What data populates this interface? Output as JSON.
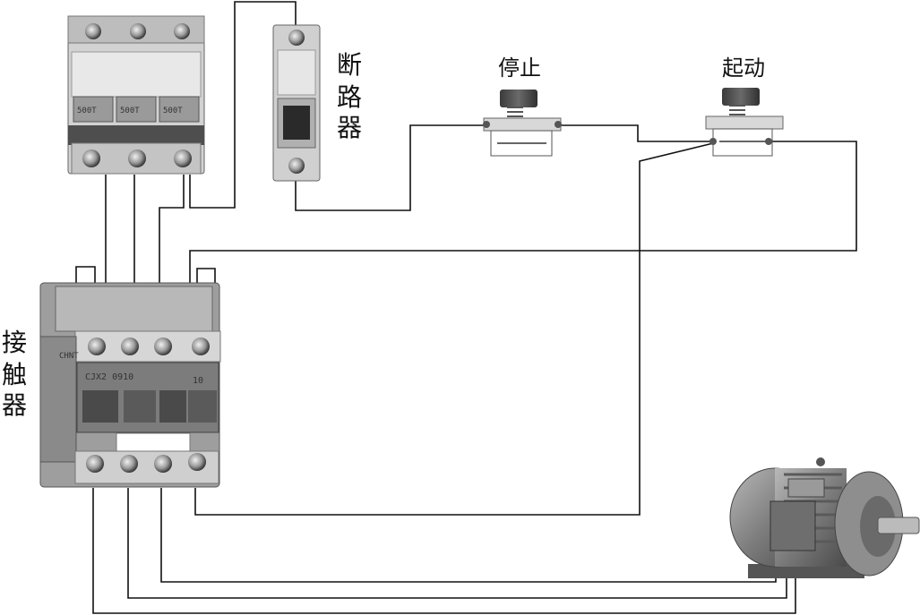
{
  "labels": {
    "breaker": [
      "断",
      "路",
      "器"
    ],
    "stop": "停止",
    "start": "起动",
    "contactor": [
      "接",
      "触",
      "器"
    ]
  },
  "device_text": {
    "breaker3p_pole": "500T",
    "contactor_model": "CJX2\n0910",
    "contactor_side": "10",
    "contactor_brand": "CHNT"
  }
}
